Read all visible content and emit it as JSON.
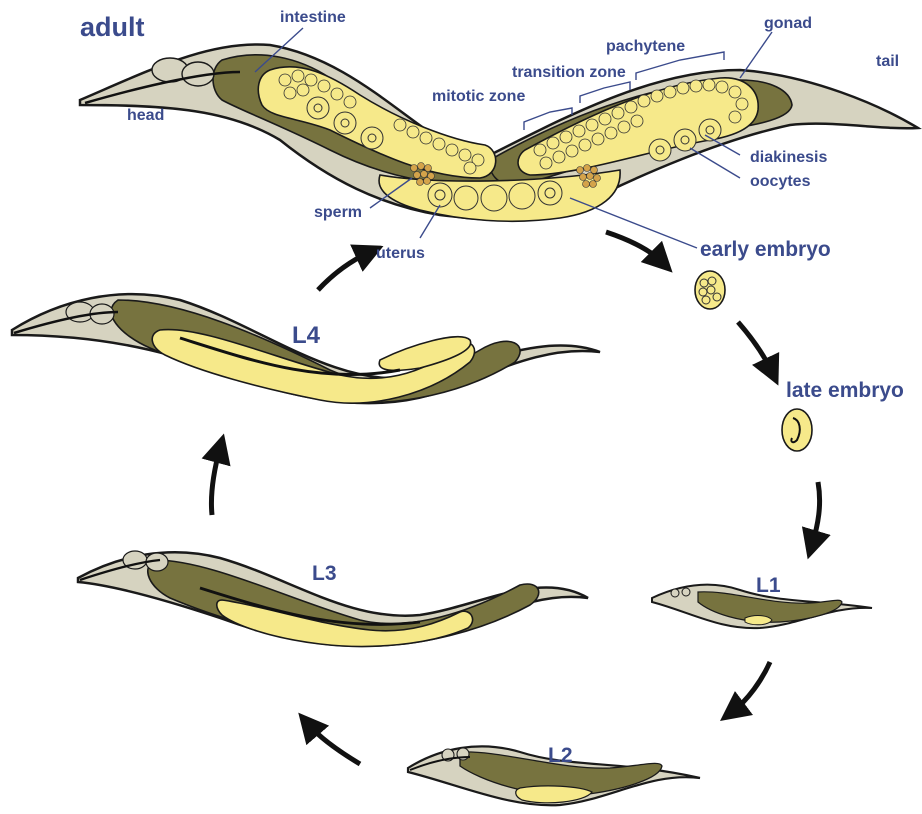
{
  "labels": {
    "adult": "adult",
    "head": "head",
    "intestine": "intestine",
    "mitotic_zone": "mitotic zone",
    "transition_zone": "transition zone",
    "pachytene": "pachytene",
    "gonad": "gonad",
    "tail": "tail",
    "diakinesis": "diakinesis",
    "oocytes": "oocytes",
    "sperm": "sperm",
    "uterus": "uterus",
    "early_embryo": "early embryo",
    "late_embryo": "late embryo",
    "L1": "L1",
    "L2": "L2",
    "L3": "L3",
    "L4": "L4"
  },
  "colors": {
    "label_text": "#3b4b8c",
    "cuticle": "#d6d3c0",
    "intestine": "#77733f",
    "gonad": "#f6e98a",
    "outline": "#1a1a1a",
    "arrow": "#111111"
  }
}
